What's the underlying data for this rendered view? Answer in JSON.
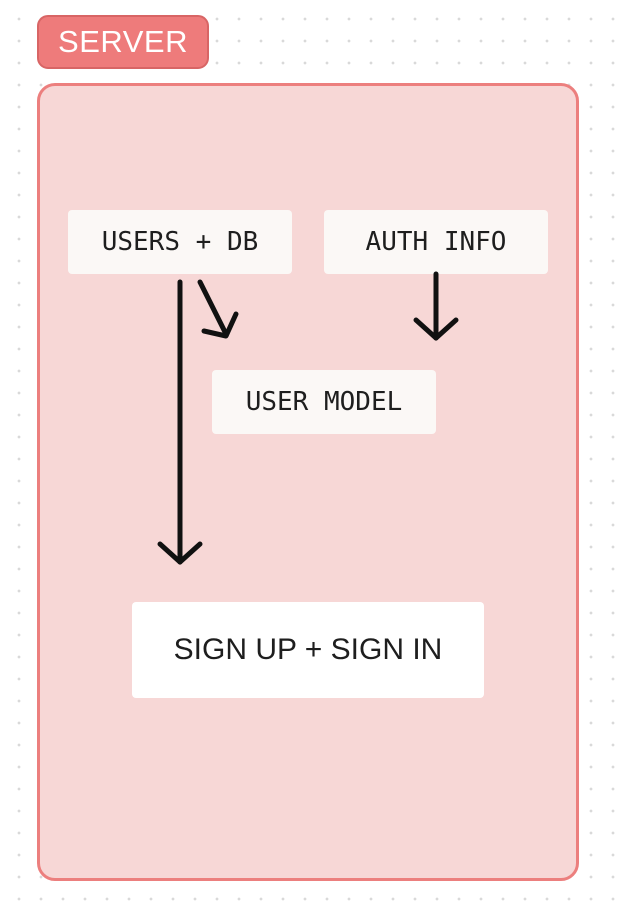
{
  "diagram": {
    "group_label": "SERVER",
    "nodes": {
      "users_db": "USERS + DB",
      "auth_info": "AUTH INFO",
      "user_model": "USER MODEL",
      "signup_signin": "SIGN UP + SIGN IN"
    },
    "edges": [
      {
        "from": "USERS + DB",
        "to": "USER MODEL"
      },
      {
        "from": "AUTH INFO",
        "to": "USER MODEL"
      },
      {
        "from": "USERS + DB",
        "to": "SIGN UP + SIGN IN"
      }
    ],
    "colors": {
      "group_fill": "#f7d7d6",
      "group_border": "#ec7f7e",
      "tag_fill": "#ee7b7b",
      "arrow": "#111111"
    }
  }
}
